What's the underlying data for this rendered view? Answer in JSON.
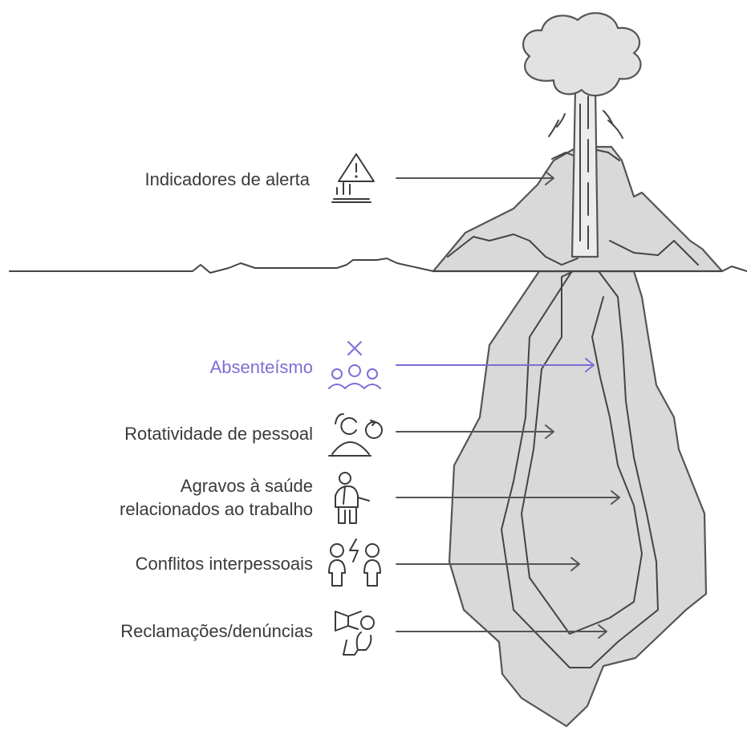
{
  "accent_color": "#7b6fd6",
  "items": [
    {
      "label_lines": [
        "Indicadores de alerta"
      ],
      "icon": "warning-chart-icon",
      "highlight": false
    },
    {
      "label_lines": [
        "Absenteísmo"
      ],
      "icon": "absent-group-icon",
      "highlight": true
    },
    {
      "label_lines": [
        "Rotatividade de pessoal"
      ],
      "icon": "person-rotation-icon",
      "highlight": false
    },
    {
      "label_lines": [
        "Agravos à saúde",
        "relacionados ao trabalho"
      ],
      "icon": "injured-worker-icon",
      "highlight": false
    },
    {
      "label_lines": [
        "Conflitos interpessoais"
      ],
      "icon": "conflict-people-icon",
      "highlight": false
    },
    {
      "label_lines": [
        "Reclamações/denúncias"
      ],
      "icon": "megaphone-person-icon",
      "highlight": false
    }
  ]
}
